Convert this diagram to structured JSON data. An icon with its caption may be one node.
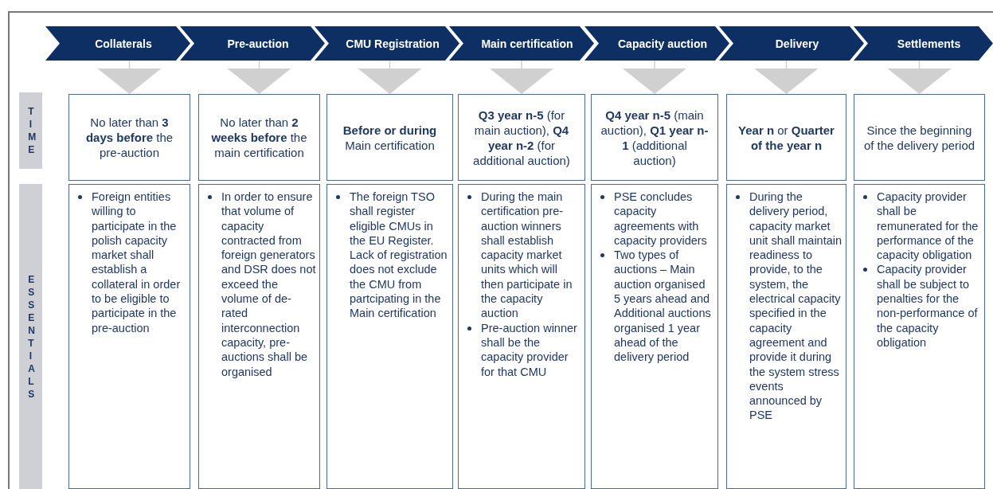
{
  "diagram": {
    "nodes": [
      {
        "text": [
          "Collaterals"
        ]
      },
      {
        "text": [
          "Pre-auction"
        ]
      },
      {
        "text": [
          "CMU Registration"
        ]
      },
      {
        "text": [
          "Main certification"
        ]
      },
      {
        "text": [
          "Capacity auction"
        ]
      },
      {
        "text": [
          "Delivery"
        ]
      },
      {
        "text": [
          "Settlements"
        ]
      },
      {
        "text": [
          "TIME"
        ]
      },
      {
        "text": [
          "No later than **3 days before** the pre-auction"
        ]
      },
      {
        "text": [
          "No later than **2 weeks before** the main certification"
        ]
      },
      {
        "text": [
          "**Before or during** Main certification"
        ]
      },
      {
        "text": [
          "**Q3 year n-5** (for main auction), **Q4 year n-2** (for additional auction)"
        ]
      },
      {
        "text": [
          "**Q4 year n-5** (main auction), **Q1 year n-1** (additional auction)"
        ]
      },
      {
        "text": [
          "**Year n** or **Quarter of the year n**"
        ]
      },
      {
        "text": [
          "Since the beginning of the delivery period"
        ]
      },
      {
        "text": [
          "ESSENTIALS"
        ]
      },
      {
        "text": [
          "Foreign entities willing to participate in the polish capacity market shall establish a collateral in order to be eligible to participate in the pre-auction"
        ]
      },
      {
        "text": [
          "In order to ensure that volume of capacity contracted from foreign generators and DSR does not exceed the volume of de-rated interconnection capacity, pre-auctions shall be organised"
        ]
      },
      {
        "text": [
          "The foreign TSO shall register eligible CMUs in the EU Register. Lack of registration does not exclude the CMU from partcipating in the Main certification"
        ]
      },
      {
        "text": [
          "During the main certification pre-auction winners shall establish capacity market units which will then participate in the capacity auction",
          "Pre-auction winner shall be the capacity provider for that CMU"
        ]
      },
      {
        "text": [
          "PSE concludes capacity agreements with capacity providers",
          "Two types of auctions – Main auction organised 5 years ahead and Additional auctions organised 1 year ahead of the delivery period"
        ]
      },
      {
        "text": [
          "During the delivery period, capacity market unit shall maintain readiness to provide, to the system, the electrical capacity specified in the capacity agreement and provide it during the system stress events announced by PSE"
        ]
      },
      {
        "text": [
          "Capacity provider shall be remunerated for the performance of the capacity obligation",
          "Capacity provider shall be subject to penalties for the non-performance of the capacity obligation"
        ]
      }
    ],
    "edges": [
      {
        "from": 0,
        "to": 8,
        "arrow": "to"
      },
      {
        "from": 1,
        "to": 9,
        "arrow": "to"
      },
      {
        "from": 2,
        "to": 10,
        "arrow": "to"
      },
      {
        "from": 3,
        "to": 11,
        "arrow": "to"
      },
      {
        "from": 4,
        "to": 12,
        "arrow": "to"
      },
      {
        "from": 5,
        "to": 13,
        "arrow": "to"
      },
      {
        "from": 6,
        "to": 14,
        "arrow": "to"
      }
    ]
  }
}
